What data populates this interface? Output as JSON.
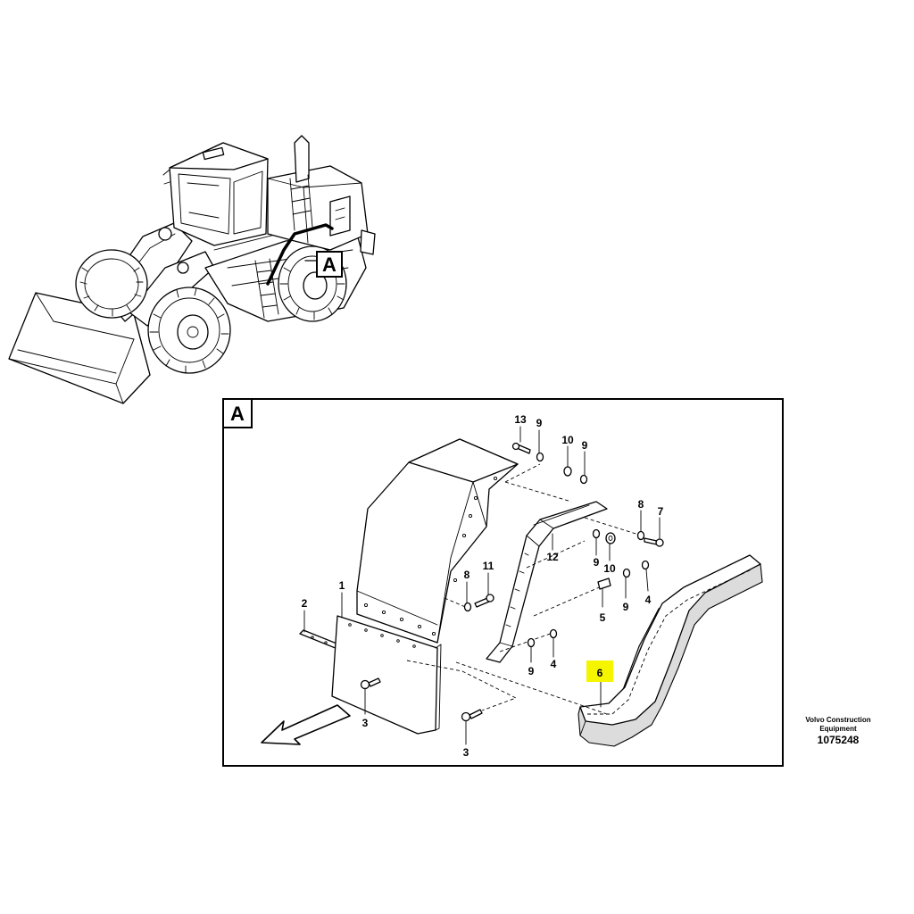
{
  "view_markers": {
    "overview": "A",
    "detail": "A"
  },
  "callouts": [
    {
      "id": "c13",
      "text": "13"
    },
    {
      "id": "c9a",
      "text": "9"
    },
    {
      "id": "c10a",
      "text": "10"
    },
    {
      "id": "c9b",
      "text": "9"
    },
    {
      "id": "c8a",
      "text": "8"
    },
    {
      "id": "c7",
      "text": "7"
    },
    {
      "id": "c12",
      "text": "12"
    },
    {
      "id": "c9c",
      "text": "9"
    },
    {
      "id": "c10b",
      "text": "10"
    },
    {
      "id": "c9d",
      "text": "9"
    },
    {
      "id": "c4a",
      "text": "4"
    },
    {
      "id": "c5",
      "text": "5"
    },
    {
      "id": "c8b",
      "text": "8"
    },
    {
      "id": "c11",
      "text": "11"
    },
    {
      "id": "c1",
      "text": "1"
    },
    {
      "id": "c2",
      "text": "2"
    },
    {
      "id": "c9e",
      "text": "9"
    },
    {
      "id": "c4b",
      "text": "4"
    },
    {
      "id": "c3a",
      "text": "3"
    },
    {
      "id": "c3b",
      "text": "3"
    },
    {
      "id": "c6",
      "text": "6",
      "highlighted": true
    }
  ],
  "credit": {
    "company": "Volvo Construction Equipment",
    "number": "1075248"
  },
  "colors": {
    "highlight": "#f5f500",
    "line": "#000000",
    "frame": "#000000"
  },
  "icons": [
    "direction-arrow-icon"
  ]
}
